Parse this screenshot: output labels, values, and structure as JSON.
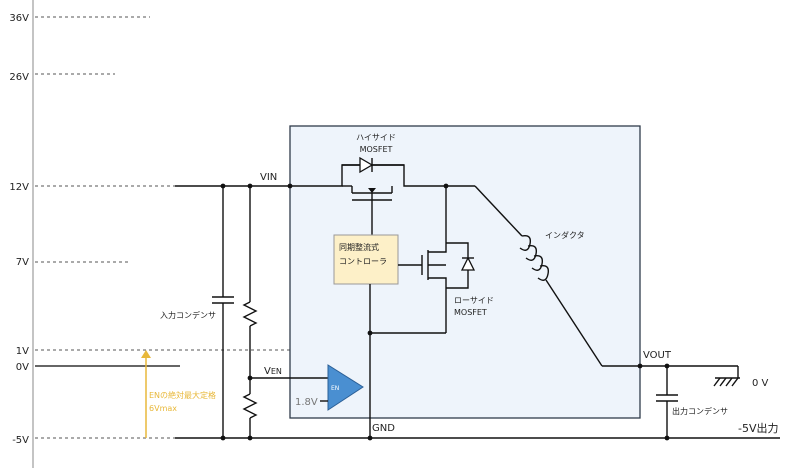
{
  "axis": {
    "ticks": [
      "36V",
      "26V",
      "12V",
      "7V",
      "1V",
      "0V",
      "-5V"
    ]
  },
  "nodes": {
    "vin": "VIN",
    "ven_main": "V",
    "ven_sub": "EN",
    "vout": "VOUT",
    "gnd": "GND",
    "zero_v": "0 V",
    "output_note": "-5V出力"
  },
  "components": {
    "high_side_line1": "ハイサイド",
    "high_side_line2": "MOSFET",
    "low_side_line1": "ローサイド",
    "low_side_line2": "MOSFET",
    "controller_line1": "同期整流式",
    "controller_line2": "コントローラ",
    "inductor": "インダクタ",
    "input_cap": "入力コンデンサ",
    "output_cap": "出力コンデンサ",
    "en_amp": "EN",
    "ref_voltage": "1.8V"
  },
  "annotation": {
    "line1": "ENの絶対最大定格",
    "line2": "6Vmax"
  },
  "colors": {
    "ic_fill": "#eef4fb",
    "ic_border": "#2f3b4a",
    "controller_fill": "#fdf0c8",
    "amp_fill": "#4a8fd1",
    "annotation": "#e8b83a"
  }
}
